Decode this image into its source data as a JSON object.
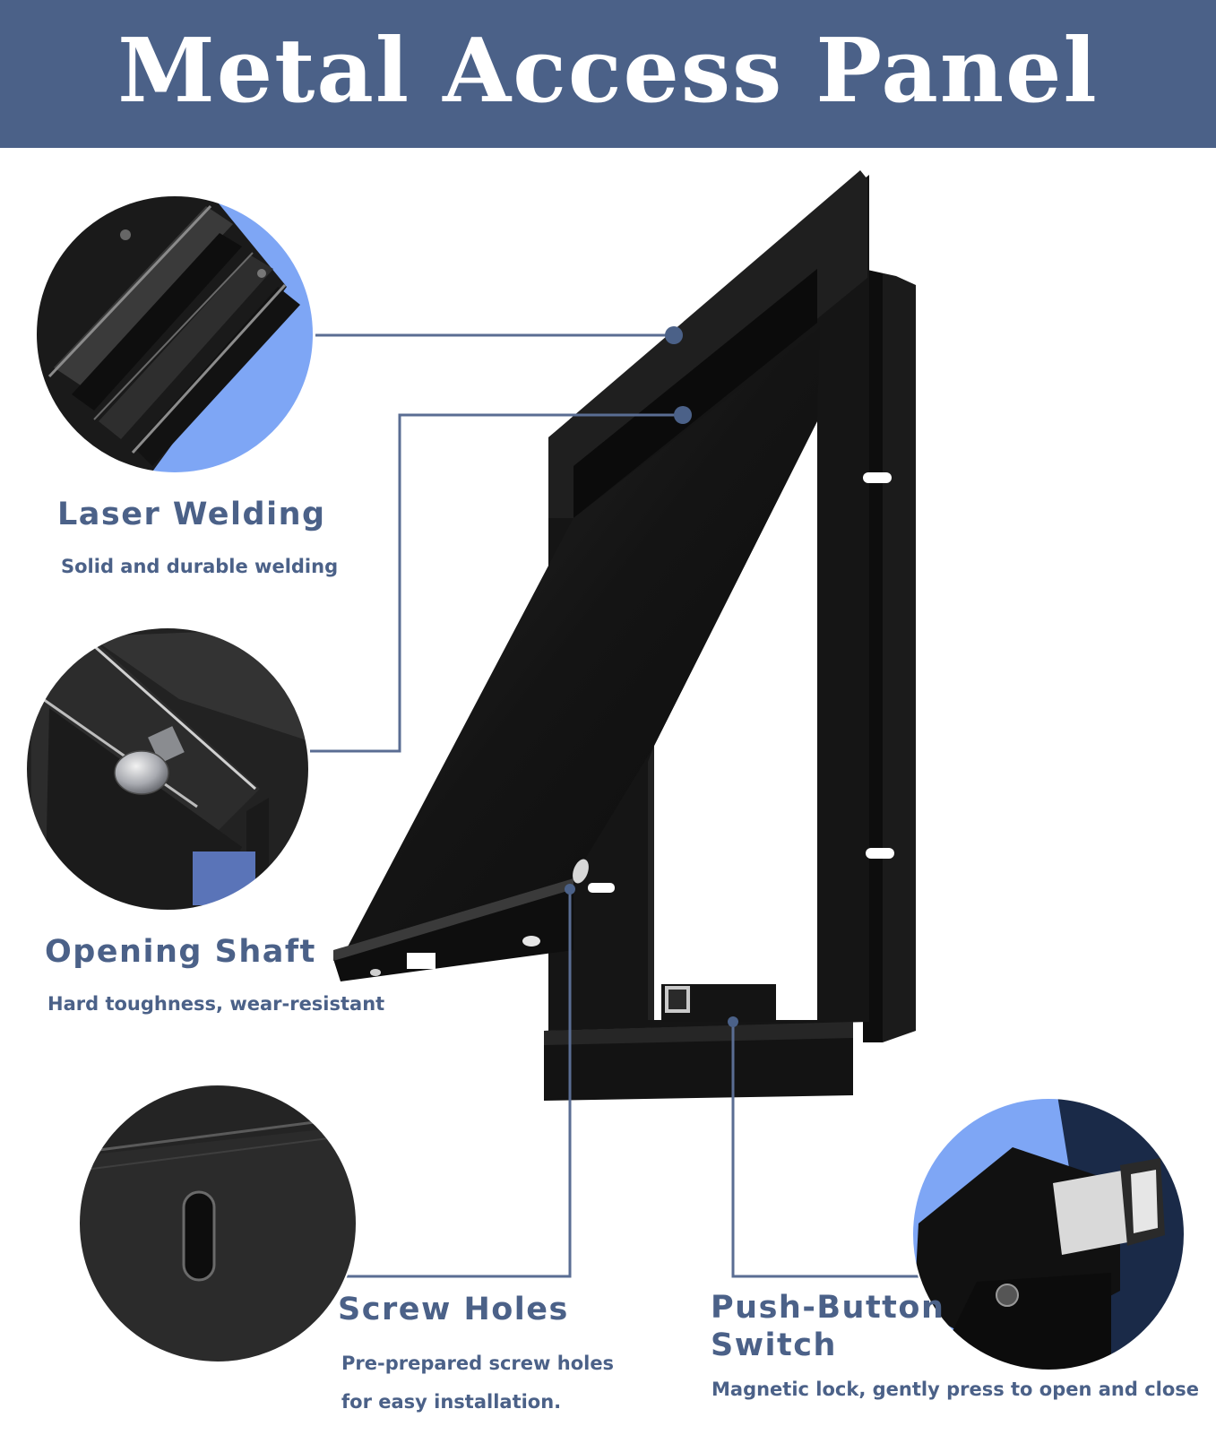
{
  "title": "Metal Access Panel",
  "colors": {
    "banner": "#4b6188",
    "accent_text": "#4b6188",
    "callout_line": "#5a6d93",
    "panel_black": "#161616",
    "highlight_blue": "#7ea6f5"
  },
  "features": [
    {
      "id": "laser-welding",
      "title": "Laser Welding",
      "description": "Solid and durable welding"
    },
    {
      "id": "opening-shaft",
      "title": "Opening Shaft",
      "description": "Hard toughness, wear-resistant"
    },
    {
      "id": "screw-holes",
      "title": "Screw Holes",
      "description_lines": [
        "Pre-prepared screw holes",
        "for easy installation."
      ]
    },
    {
      "id": "push-button-switch",
      "title_lines": [
        "Push-Button",
        "Switch"
      ],
      "description": "Magnetic lock, gently press to open and close"
    }
  ]
}
